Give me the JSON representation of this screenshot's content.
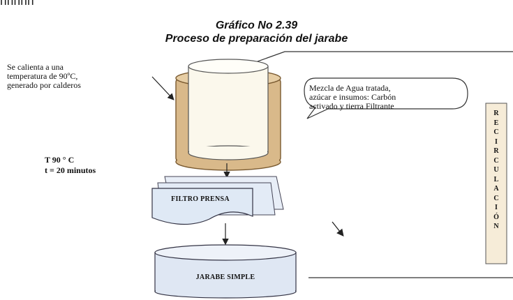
{
  "header": {
    "top_fragment": "ᴨᴨᴨᴨᴨ",
    "figure_label": "Gráfico No 2.39",
    "figure_title": "Proceso de preparación del jarabe"
  },
  "notes": {
    "heating_lines": [
      "Se calienta a una",
      "temperatura de 90ºC,",
      "generado por calderos"
    ],
    "temperature": "T 90 ° C",
    "time": "t = 20 minutos"
  },
  "callout": {
    "lines": [
      "Mezcla de Agua tratada,",
      "azúcar e insumos: Carbón",
      "activado y tierra Filtrante"
    ]
  },
  "stages": {
    "filter": "FILTRO PRENSA",
    "syrup": "JARABE SIMPLE"
  },
  "side_box": {
    "letters": [
      "R",
      "E",
      "C",
      "I",
      "R",
      "C",
      "U",
      "L",
      "A",
      "C",
      "I",
      "Ó",
      "N"
    ]
  },
  "colors": {
    "tank_outer": "#d9b98a",
    "tank_inner": "#fbf8ec",
    "filter_fill": "#dfe9f5",
    "syrup_fill": "#dfe7f3",
    "recirc_box": "#f6ecd8",
    "stroke": "#333333"
  }
}
